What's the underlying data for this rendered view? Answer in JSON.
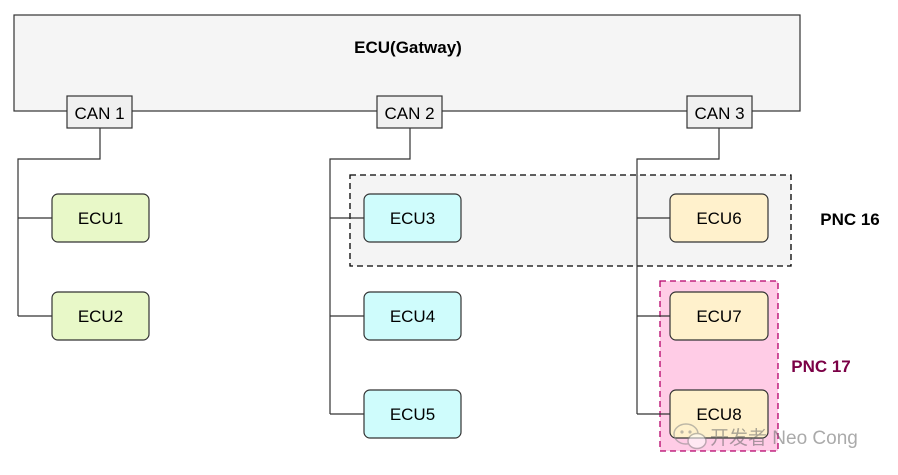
{
  "gateway": {
    "title": "ECU(Gatway)"
  },
  "buses": [
    {
      "label": "CAN 1"
    },
    {
      "label": "CAN 2"
    },
    {
      "label": "CAN 3"
    }
  ],
  "ecus": {
    "ecu1": "ECU1",
    "ecu2": "ECU2",
    "ecu3": "ECU3",
    "ecu4": "ECU4",
    "ecu5": "ECU5",
    "ecu6": "ECU6",
    "ecu7": "ECU7",
    "ecu8": "ECU8"
  },
  "partial_networks": [
    {
      "label": "PNC 16",
      "color": "#000000"
    },
    {
      "label": "PNC 17",
      "color": "#7b0046"
    }
  ],
  "watermark": {
    "text": "开发者 Neo Cong"
  },
  "colors": {
    "gateway_fill": "#f5f5f5",
    "can1_group": "#e8f8c8",
    "can2_group": "#cffcfc",
    "can3_group": "#fff1cc",
    "pnc16_fill": "#f5f5f5",
    "pnc17_fill": "#ffcce6",
    "pnc17_border": "#b5006a"
  }
}
